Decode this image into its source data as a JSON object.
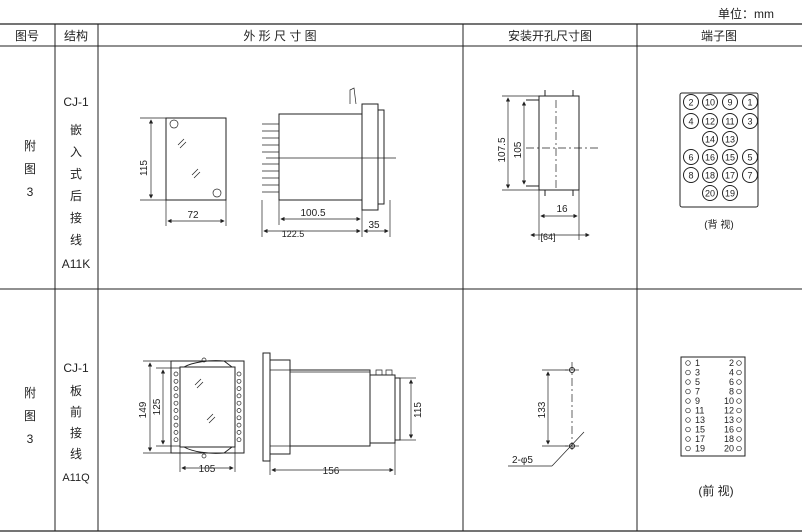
{
  "unit_label": "单位：mm",
  "header": {
    "col1": "图号",
    "col2": "结构",
    "col3": "外 形 尺 寸 图",
    "col4": "安装开孔尺寸图",
    "col5": "端子图"
  },
  "row1": {
    "fig": [
      "附",
      "图",
      "3"
    ],
    "struct": [
      "CJ-1",
      "嵌",
      "入",
      "式",
      "后",
      "接",
      "线",
      "A11K"
    ],
    "dims": {
      "h115": "115",
      "w72": "72",
      "w100": "100.5",
      "w122": "122.5",
      "w35": "35",
      "h107": "107.5",
      "h105": "105",
      "w16": "16",
      "w64": "[64]"
    },
    "terminals": [
      [
        "2",
        "10",
        "9",
        "1"
      ],
      [
        "4",
        "12",
        "11",
        "3"
      ],
      [
        "14",
        "13"
      ],
      [
        "6",
        "16",
        "15",
        "5"
      ],
      [
        "8",
        "18",
        "17",
        "7"
      ],
      [
        "20",
        "19"
      ]
    ],
    "terminal_caption": "(背 视)"
  },
  "row2": {
    "fig": [
      "附",
      "图",
      "3"
    ],
    "struct": [
      "CJ-1",
      "板",
      "前",
      "接",
      "线",
      "A11Q"
    ],
    "dims": {
      "h149": "149",
      "h125": "125",
      "w105": "105",
      "w156": "156",
      "h115": "115",
      "h133": "133",
      "phi": "2-φ5"
    },
    "terminals": [
      [
        "1",
        "2"
      ],
      [
        "3",
        "4"
      ],
      [
        "5",
        "6"
      ],
      [
        "7",
        "8"
      ],
      [
        "9",
        "10"
      ],
      [
        "11",
        "12"
      ],
      [
        "13",
        "13"
      ],
      [
        "15",
        "16"
      ],
      [
        "17",
        "18"
      ],
      [
        "19",
        "20"
      ]
    ],
    "terminal_caption": "(前 视)"
  }
}
